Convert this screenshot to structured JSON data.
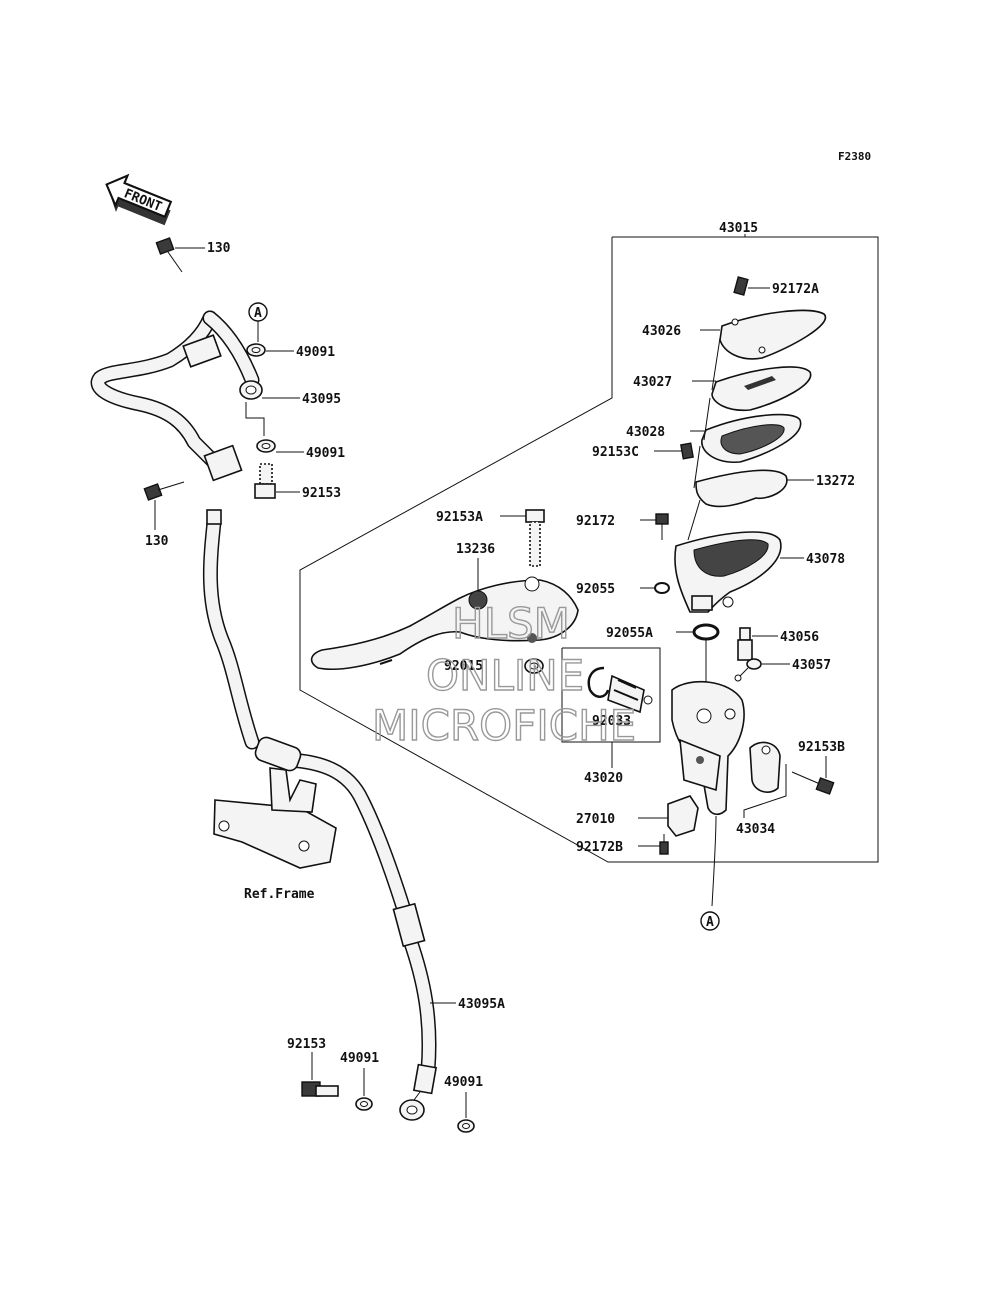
{
  "figure_code": "F2380",
  "front_label": "FRONT",
  "ref_frame_label": "Ref.Frame",
  "callout_a": "A",
  "watermark": [
    "HLSM",
    "ONLINE",
    "MICROFICHE"
  ],
  "parts": {
    "p130_top": "130",
    "p130_bot": "130",
    "p49091_1": "49091",
    "p43095": "43095",
    "p49091_2": "49091",
    "p92153_top": "92153",
    "p43015": "43015",
    "p92172A": "92172A",
    "p43026": "43026",
    "p43027": "43027",
    "p43028": "43028",
    "p92153C": "92153C",
    "p13272": "13272",
    "p92153A": "92153A",
    "p92172": "92172",
    "p13236": "13236",
    "p43078": "43078",
    "p92055": "92055",
    "p92055A": "92055A",
    "p43056": "43056",
    "p92015": "92015",
    "p43057": "43057",
    "p92033": "92033",
    "p92153B": "92153B",
    "p43020": "43020",
    "p27010": "27010",
    "p43034": "43034",
    "p92172B": "92172B",
    "p43095A": "43095A",
    "p92153_bot": "92153",
    "p49091_3": "49091",
    "p49091_4": "49091"
  }
}
